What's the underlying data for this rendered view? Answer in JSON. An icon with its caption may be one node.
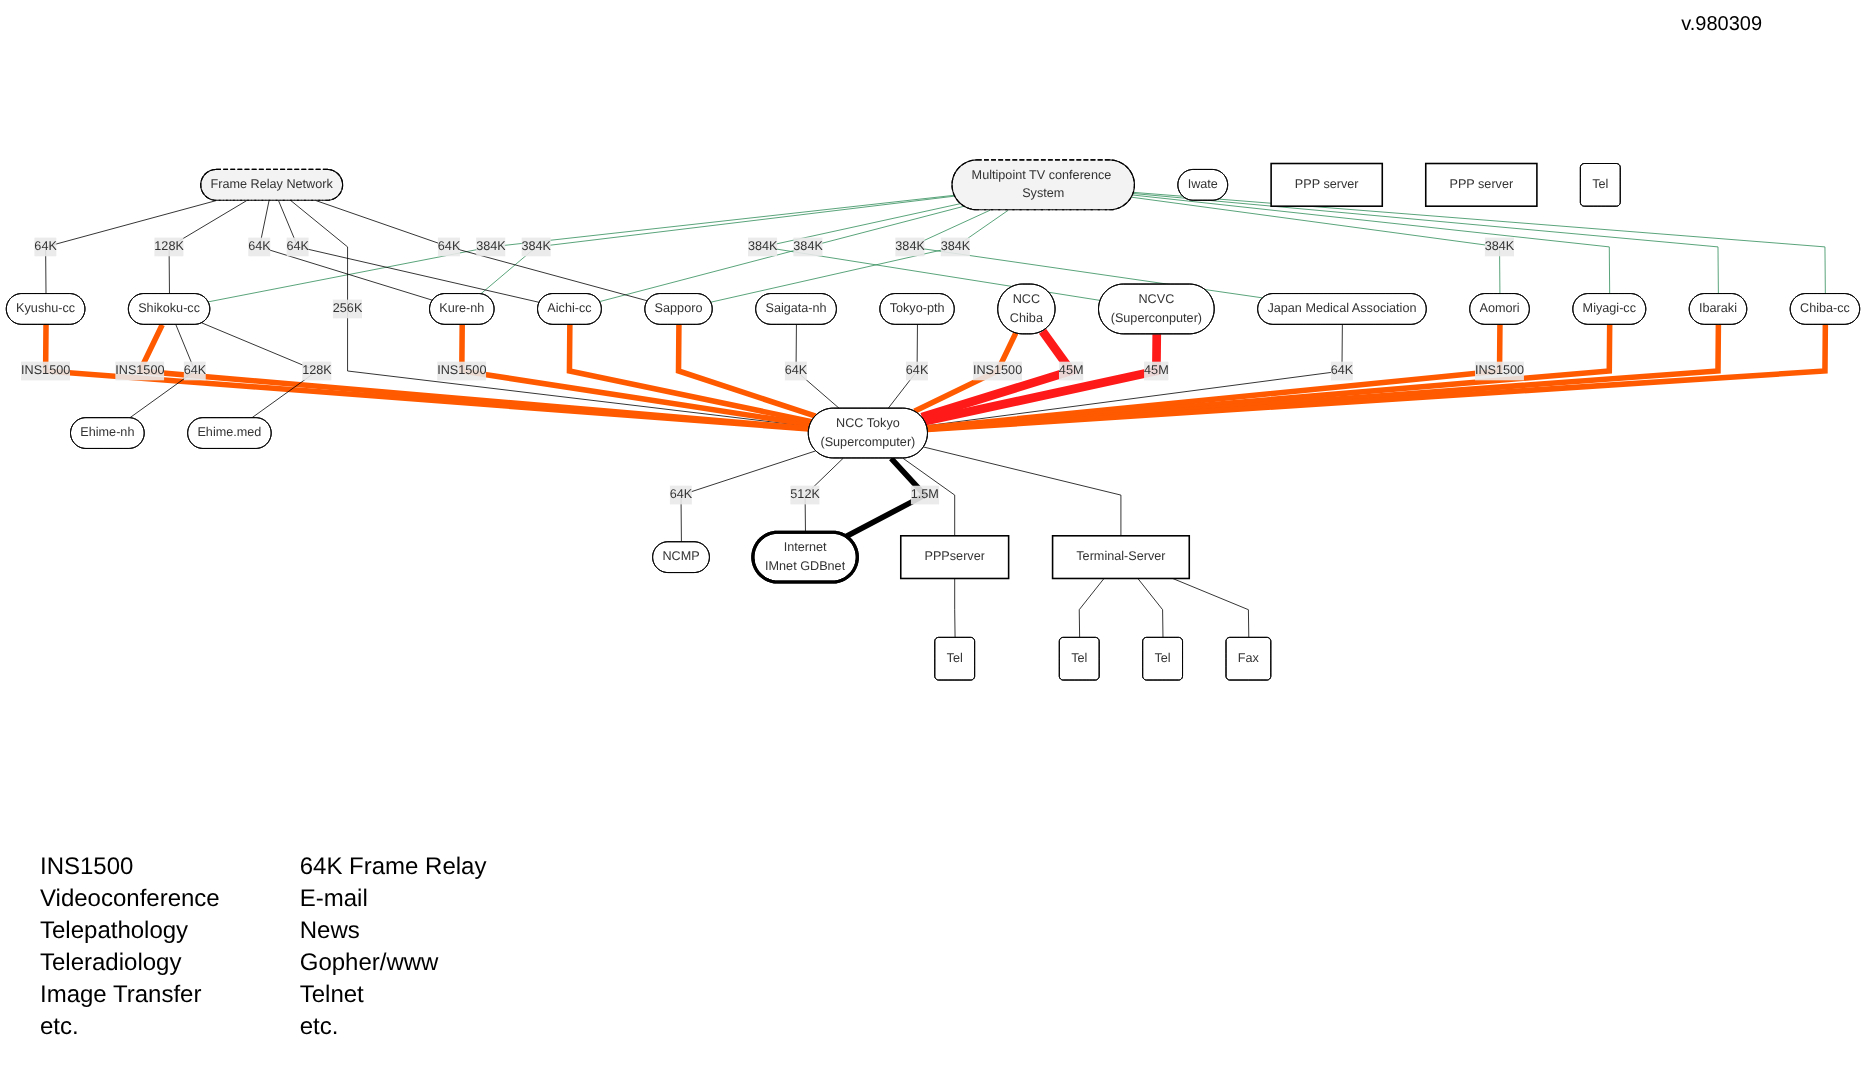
{
  "diagram": {
    "nodes": [
      {
        "text": [
          "Multipoint TV conference System"
        ]
      },
      {
        "text": [
          "Frame Relay Network"
        ]
      },
      {
        "text": [
          "Sapporo"
        ]
      },
      {
        "text": [
          "Aomori"
        ]
      },
      {
        "text": [
          "Iwate"
        ]
      },
      {
        "text": [
          "Miyagi-cc"
        ]
      },
      {
        "text": [
          "Ibaraki"
        ]
      },
      {
        "text": [
          "Kyushu-cc"
        ]
      },
      {
        "text": [
          "Aichi-cc"
        ]
      },
      {
        "text": [
          "Saigata-nh"
        ]
      },
      {
        "text": [
          "Tokyo-pth"
        ]
      },
      {
        "text": [
          "NCC",
          "Chiba"
        ]
      },
      {
        "text": [
          "Kure-nh"
        ]
      },
      {
        "text": [
          "Japan Medical Association"
        ]
      },
      {
        "text": [
          "NCVC",
          "(Superconputer)"
        ]
      },
      {
        "text": [
          "Shikoku-cc"
        ]
      },
      {
        "text": [
          "NCC Tokyo",
          "(Supercomputer)"
        ]
      },
      {
        "text": [
          "PPP server"
        ]
      },
      {
        "text": [
          "Ehime-nh"
        ]
      },
      {
        "text": [
          "Chiba-cc"
        ]
      },
      {
        "text": [
          "Ehime.med"
        ]
      },
      {
        "text": [
          "NCMP"
        ]
      },
      {
        "text": [
          "PPP server"
        ]
      },
      {
        "text": [
          "PPPserver"
        ]
      },
      {
        "text": [
          "Terminal-Server"
        ]
      },
      {
        "text": [
          "Internet",
          "IMnet GDBnet"
        ]
      },
      {
        "text": [
          "Tel"
        ]
      },
      {
        "text": [
          "Tel"
        ]
      },
      {
        "text": [
          "Tel"
        ]
      },
      {
        "text": [
          "Tel"
        ]
      },
      {
        "text": [
          "Fax"
        ]
      }
    ],
    "edges": [
      {
        "from": 0,
        "to": 15,
        "arrow": "none",
        "label": "384K",
        "color": "#2e8b57"
      },
      {
        "from": 0,
        "to": 12,
        "arrow": "none",
        "label": "384K",
        "color": "#2e8b57"
      },
      {
        "from": 0,
        "to": 14,
        "arrow": "none",
        "label": "384K",
        "color": "#2e8b57"
      },
      {
        "from": 0,
        "to": 8,
        "arrow": "none",
        "label": "384K",
        "color": "#2e8b57"
      },
      {
        "from": 0,
        "to": 13,
        "arrow": "none",
        "label": "384K",
        "color": "#2e8b57"
      },
      {
        "from": 0,
        "to": 2,
        "arrow": "none",
        "label": "384K",
        "color": "#2e8b57"
      },
      {
        "from": 0,
        "to": 3,
        "arrow": "none",
        "label": "384K",
        "color": "#2e8b57"
      },
      {
        "from": 0,
        "to": 5,
        "arrow": "none",
        "color": "#2e8b57"
      },
      {
        "from": 0,
        "to": 6,
        "arrow": "none",
        "color": "#2e8b57"
      },
      {
        "from": 0,
        "to": 19,
        "arrow": "none",
        "color": "#2e8b57"
      },
      {
        "from": 1,
        "to": 7,
        "arrow": "none",
        "label": "64K"
      },
      {
        "from": 1,
        "to": 15,
        "arrow": "none",
        "label": "128K"
      },
      {
        "from": 1,
        "to": 12,
        "arrow": "none",
        "label": "64K"
      },
      {
        "from": 1,
        "to": 8,
        "arrow": "none",
        "label": "64K"
      },
      {
        "from": 1,
        "to": 16,
        "arrow": "none",
        "label": "256K"
      },
      {
        "from": 1,
        "to": 2,
        "arrow": "none",
        "label": "64K"
      },
      {
        "from": 9,
        "to": 16,
        "arrow": "none",
        "label": "64K"
      },
      {
        "from": 10,
        "to": 16,
        "arrow": "none",
        "label": "64K"
      },
      {
        "from": 13,
        "to": 16,
        "arrow": "none",
        "label": "64K"
      },
      {
        "from": 7,
        "to": 16,
        "arrow": "none",
        "label": "INS1500",
        "style": "thick",
        "color": "#ff5a00"
      },
      {
        "from": 12,
        "to": 16,
        "arrow": "none",
        "label": "INS1500",
        "style": "thick",
        "color": "#ff5a00"
      },
      {
        "from": 8,
        "to": 16,
        "arrow": "none",
        "style": "thick",
        "color": "#ff5a00"
      },
      {
        "from": 15,
        "to": 16,
        "arrow": "none",
        "label": "INS1500",
        "style": "thick",
        "color": "#ff5a00"
      },
      {
        "from": 2,
        "to": 16,
        "arrow": "none",
        "style": "thick",
        "color": "#ff5a00"
      },
      {
        "from": 3,
        "to": 16,
        "arrow": "none",
        "label": "INS1500",
        "style": "thick",
        "color": "#ff5a00"
      },
      {
        "from": 5,
        "to": 16,
        "arrow": "none",
        "style": "thick",
        "color": "#ff5a00"
      },
      {
        "from": 6,
        "to": 16,
        "arrow": "none",
        "style": "thick",
        "color": "#ff5a00"
      },
      {
        "from": 11,
        "to": 16,
        "arrow": "none",
        "label": "INS1500",
        "style": "thick",
        "color": "#ff5a00"
      },
      {
        "from": 16,
        "to": 19,
        "arrow": "none",
        "style": "thick",
        "color": "#ff5a00"
      },
      {
        "from": 14,
        "to": 16,
        "arrow": "none",
        "label": "45M",
        "style": "thick",
        "color": "#ff1a1a"
      },
      {
        "from": 11,
        "to": 16,
        "arrow": "none",
        "label": "45M",
        "style": "thick",
        "color": "#ff1a1a"
      },
      {
        "from": 15,
        "to": 18,
        "arrow": "none",
        "label": "64K"
      },
      {
        "from": 15,
        "to": 20,
        "arrow": "none",
        "label": "128K"
      },
      {
        "from": 16,
        "to": 21,
        "arrow": "none",
        "label": "64K"
      },
      {
        "from": 16,
        "to": 25,
        "arrow": "none",
        "label": "512K"
      },
      {
        "from": 16,
        "to": 25,
        "arrow": "none",
        "label": "1.5M",
        "style": "thick"
      },
      {
        "from": 16,
        "to": 23,
        "arrow": "none"
      },
      {
        "from": 16,
        "to": 24,
        "arrow": "none"
      },
      {
        "from": 23,
        "to": 26,
        "arrow": "none"
      },
      {
        "from": 24,
        "to": 28,
        "arrow": "none"
      },
      {
        "from": 24,
        "to": 29,
        "arrow": "none"
      },
      {
        "from": 24,
        "to": 30,
        "arrow": "none"
      }
    ],
    "labels": [
      "v.980309",
      "INS1500",
      "Videoconference",
      "Telepathology",
      "Teleradiology",
      "Image Transfer",
      "etc.",
      "64K Frame Relay",
      "E-mail",
      "News",
      "Gopher/www",
      "Telnet",
      "etc."
    ]
  }
}
